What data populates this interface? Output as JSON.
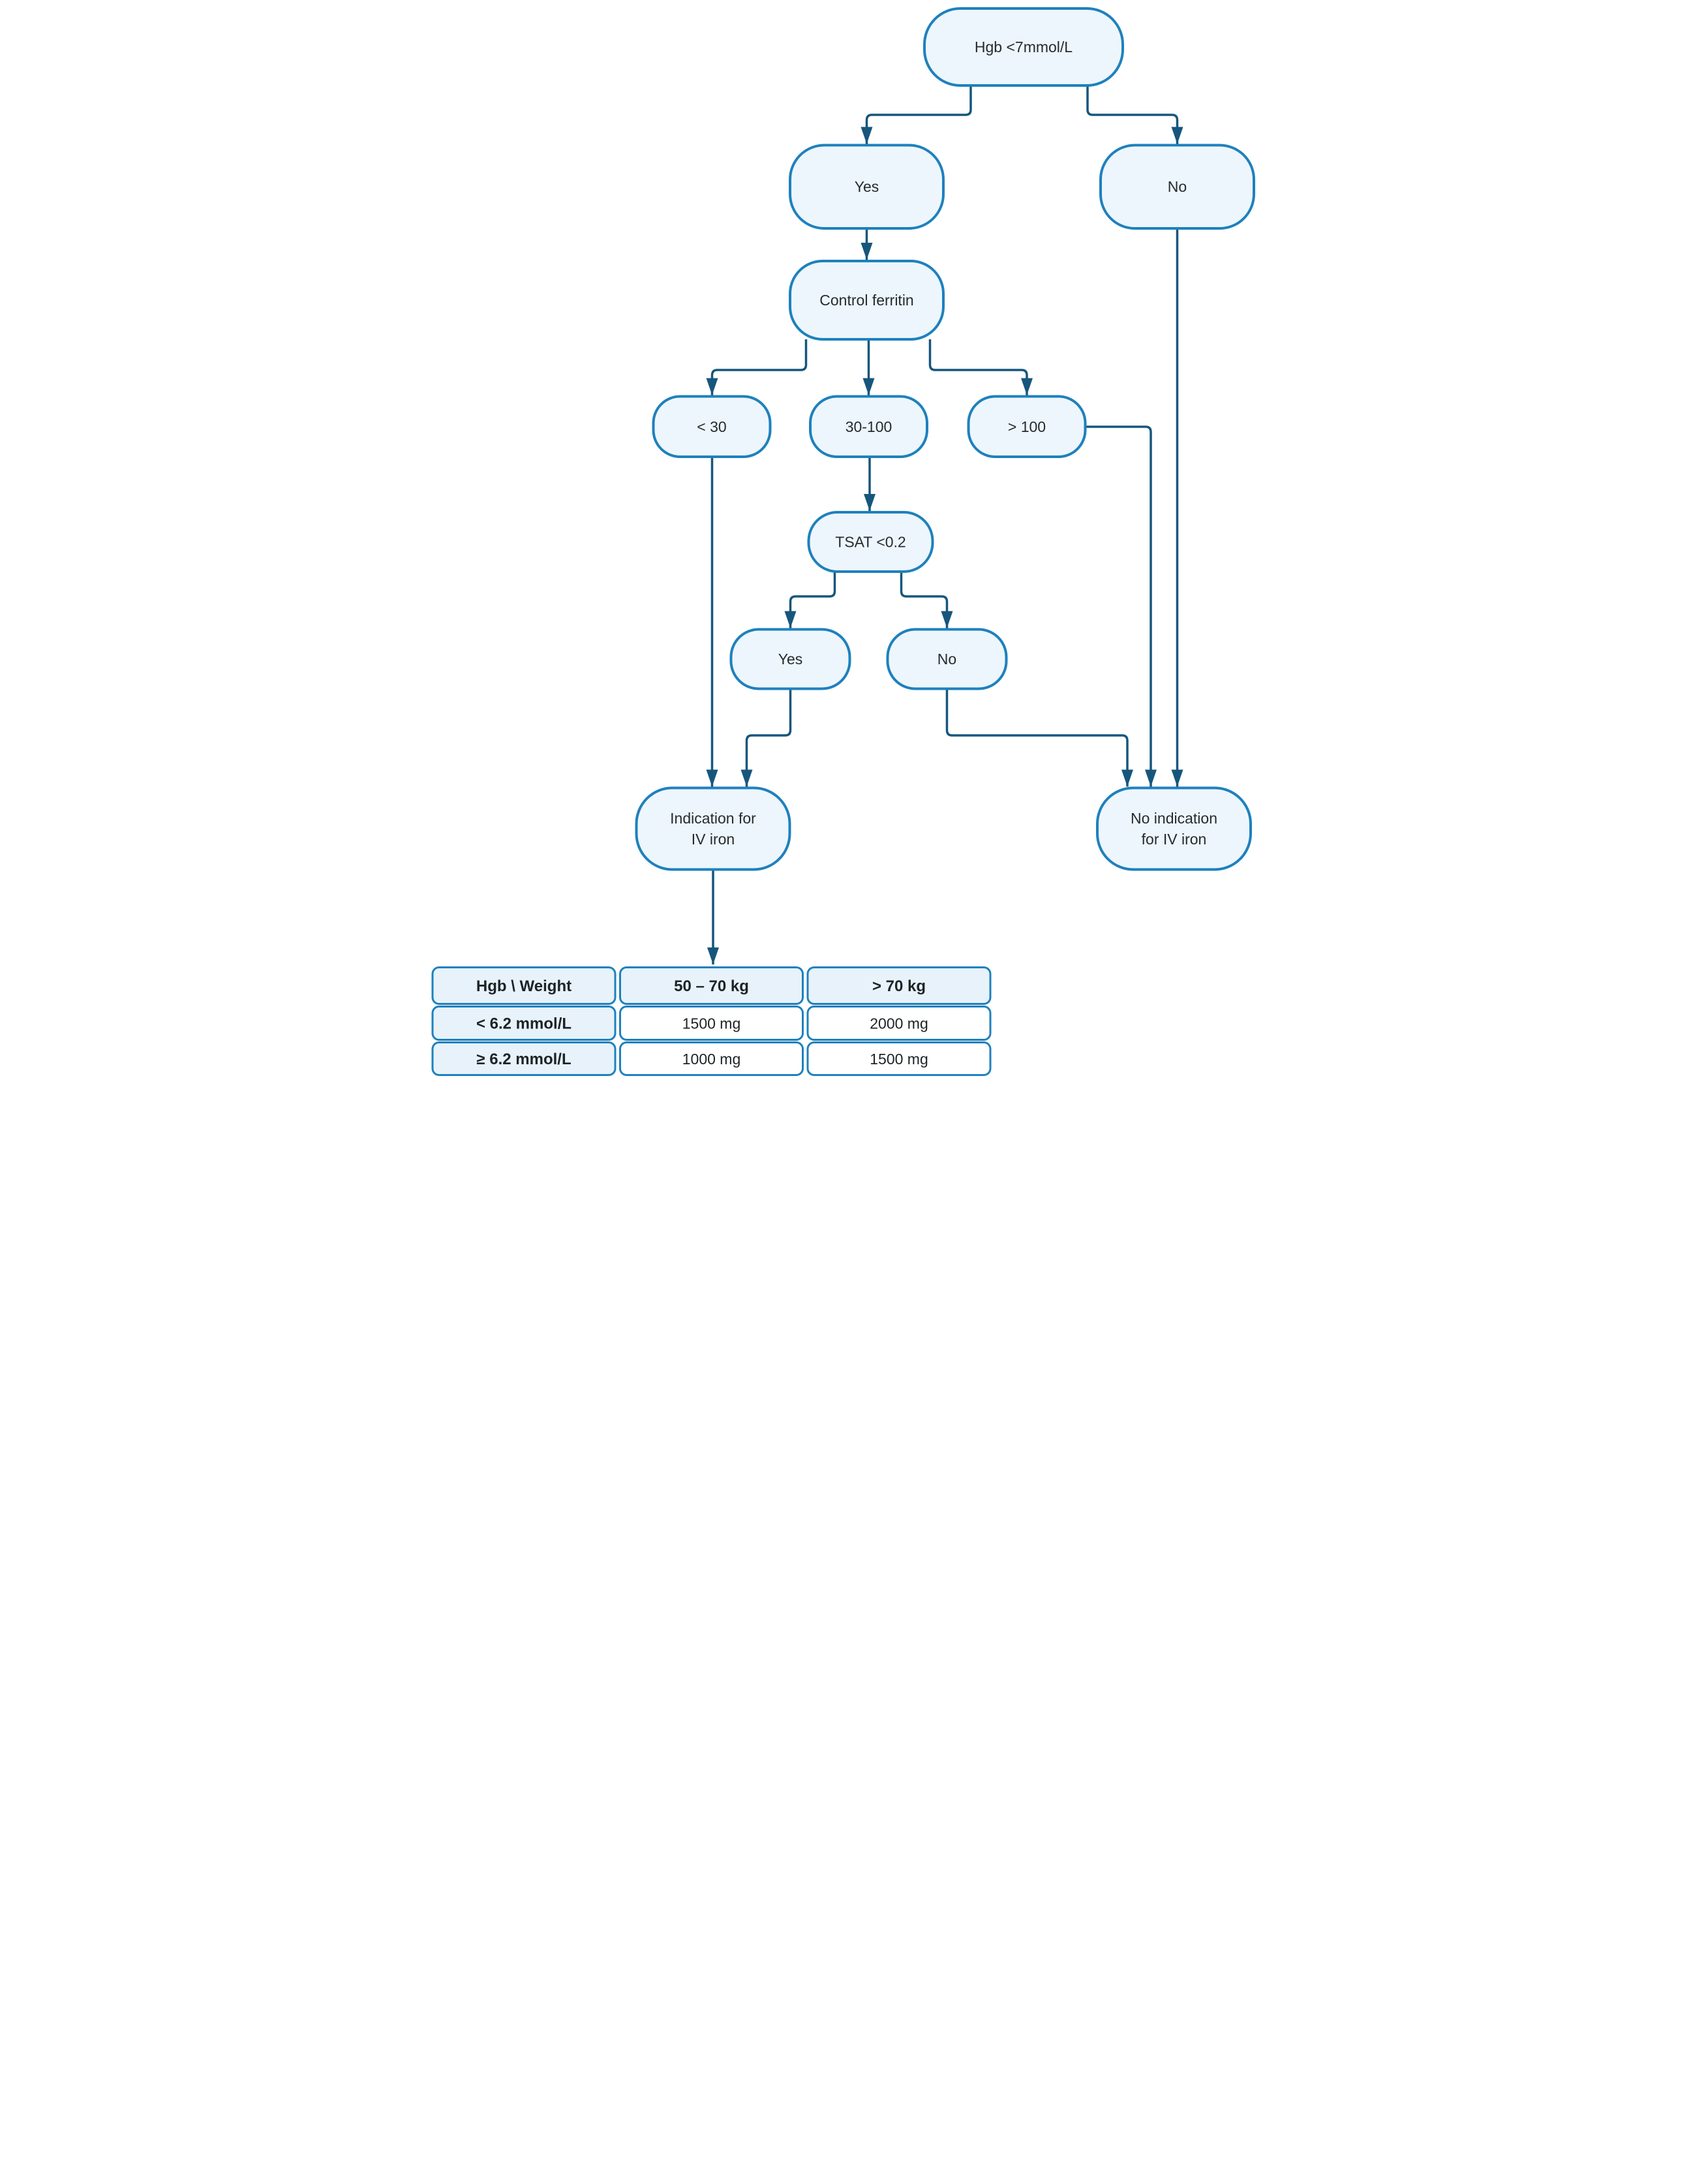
{
  "flowchart": {
    "nodes": {
      "hgb": "Hgb <7mmol/L",
      "hgb_yes": "Yes",
      "hgb_no": "No",
      "control_ferritin": "Control ferritin",
      "ferritin_lt_30": "< 30",
      "ferritin_30_100": "30-100",
      "ferritin_gt_100": "> 100",
      "tsat": "TSAT <0.2",
      "tsat_yes": "Yes",
      "tsat_no": "No",
      "indication_line1": "Indication for",
      "indication_line2": "IV iron",
      "no_indication_line1": "No indication",
      "no_indication_line2": "for IV iron"
    },
    "colors": {
      "node_border": "#1e81bd",
      "node_fill": "#edf6fc",
      "connector": "#17567c",
      "table_border": "#1e81bd",
      "highlight_cell_fill": "#e7f2fa",
      "text": "#1d2326",
      "background": "#ffffff"
    }
  },
  "dose_table": {
    "header": [
      "Hgb \\ Weight",
      "50 – 70 kg",
      "> 70 kg"
    ],
    "rows": [
      [
        "< 6.2 mmol/L",
        "1500 mg",
        "2000 mg"
      ],
      [
        "≥ 6.2 mmol/L",
        "1000 mg",
        "1500 mg"
      ]
    ]
  }
}
